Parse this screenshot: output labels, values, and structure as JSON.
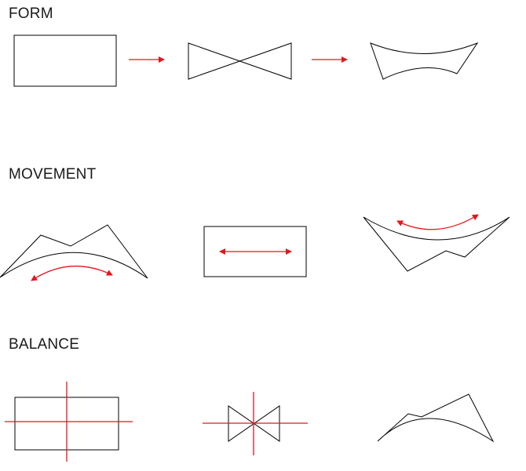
{
  "sections": {
    "form": {
      "label": "FORM"
    },
    "movement": {
      "label": "MOVEMENT"
    },
    "balance": {
      "label": "BALANCE"
    }
  },
  "colors": {
    "line": "#000000",
    "accent": "#e8141b"
  }
}
